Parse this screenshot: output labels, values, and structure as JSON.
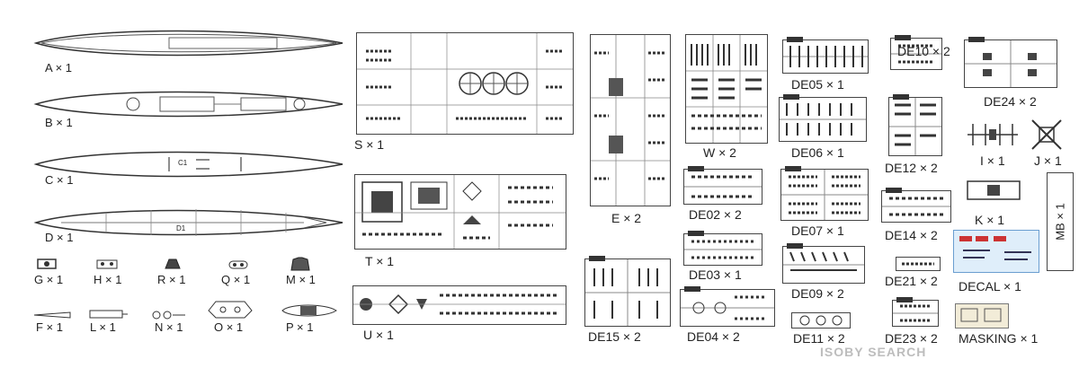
{
  "parts": {
    "A": "A × 1",
    "B": "B × 1",
    "C": "C × 1",
    "D": "D × 1",
    "G": "G × 1",
    "H": "H × 1",
    "R": "R × 1",
    "Q": "Q × 1",
    "M": "M × 1",
    "F": "F × 1",
    "L": "L × 1",
    "N": "N × 1",
    "O": "O × 1",
    "P": "P × 1",
    "S": "S × 1",
    "T": "T × 1",
    "U": "U × 1",
    "E": "E × 2",
    "W": "W × 2",
    "DE02": "DE02 × 2",
    "DE03": "DE03 × 1",
    "DE04": "DE04 × 2",
    "DE15": "DE15 × 2",
    "DE05": "DE05 × 1",
    "DE06": "DE06 × 1",
    "DE07": "DE07 × 1",
    "DE09": "DE09 × 2",
    "DE11": "DE11 × 2",
    "DE10": "DE10 × 2",
    "DE12": "DE12 × 2",
    "DE14": "DE14 × 2",
    "DE21": "DE21 × 2",
    "DE23": "DE23 × 2",
    "DE24": "DE24 × 2",
    "I": "I × 1",
    "J": "J × 1",
    "K": "K × 1",
    "MB": "MB × 1",
    "DECAL": "DECAL × 1",
    "MASKING": "MASKING × 1"
  },
  "hull_marks": {
    "C": "C1",
    "D": "D1"
  },
  "watermark": "ISOBY SEARCH"
}
